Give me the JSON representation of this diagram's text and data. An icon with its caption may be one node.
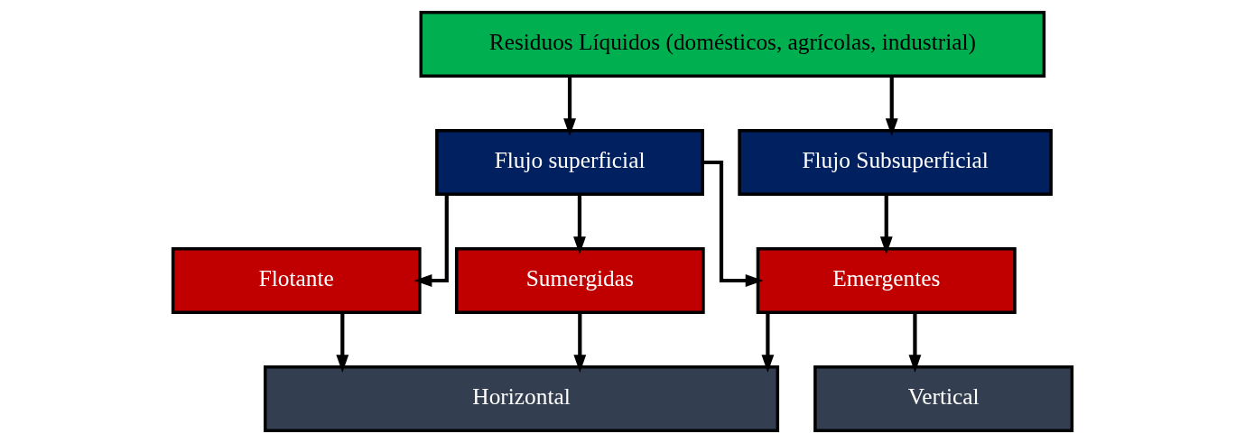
{
  "diagram": {
    "nodes": [
      {
        "text": [
          "Residuos Líquidos (domésticos, agrícolas, industrial)"
        ]
      },
      {
        "text": [
          "Flujo superficial"
        ]
      },
      {
        "text": [
          "Flujo Subsuperficial"
        ]
      },
      {
        "text": [
          "Flotante"
        ]
      },
      {
        "text": [
          "Sumergidas"
        ]
      },
      {
        "text": [
          "Emergentes"
        ]
      },
      {
        "text": [
          "Horizontal"
        ]
      },
      {
        "text": [
          "Vertical"
        ]
      }
    ],
    "edges": [
      {
        "from": 0,
        "to": 1,
        "arrow": "to"
      },
      {
        "from": 0,
        "to": 2,
        "arrow": "to"
      },
      {
        "from": 1,
        "to": 3,
        "arrow": "to"
      },
      {
        "from": 1,
        "to": 4,
        "arrow": "to"
      },
      {
        "from": 1,
        "to": 5,
        "arrow": "to"
      },
      {
        "from": 2,
        "to": 5,
        "arrow": "to"
      },
      {
        "from": 3,
        "to": 6,
        "arrow": "to"
      },
      {
        "from": 4,
        "to": 6,
        "arrow": "to"
      },
      {
        "from": 5,
        "to": 6,
        "arrow": "to"
      },
      {
        "from": 5,
        "to": 7,
        "arrow": "to"
      }
    ]
  }
}
